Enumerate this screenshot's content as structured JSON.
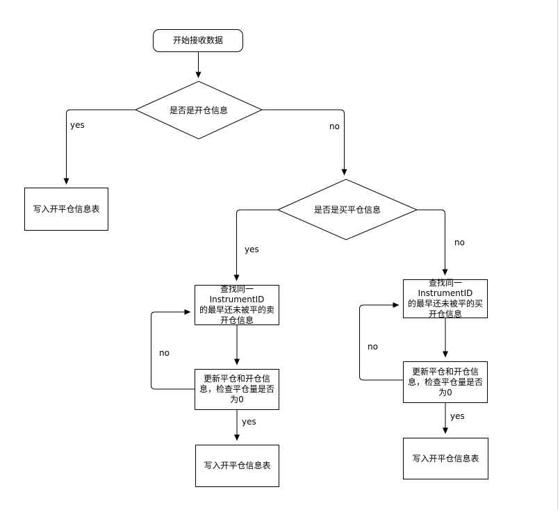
{
  "diagram": {
    "nodes": {
      "start": {
        "label": "开始接收数据"
      },
      "decision_open": {
        "label": "是否是开仓信息"
      },
      "write_open_close_left": {
        "label": "写入开平仓信息表"
      },
      "decision_buy_close": {
        "label": "是否是买平仓信息"
      },
      "find_sell_open": {
        "label": "查找同一InstrumentID\n的最早还未被平的卖\n开仓信息"
      },
      "update_check_left": {
        "label": "更新平仓和开仓信\n息，检查平仓量是否\n为0"
      },
      "write_open_close_bottom_left": {
        "label": "写入开平仓信息表"
      },
      "find_buy_open": {
        "label": "查找同一InstrumentID\n的最早还未被平的买\n开仓信息"
      },
      "update_check_right": {
        "label": "更新平仓和开仓信\n息，检查平仓量是否\n为0"
      },
      "write_open_close_bottom_right": {
        "label": "写入开平仓信息表"
      }
    },
    "edge_labels": {
      "decision_open_yes": "yes",
      "decision_open_no": "no",
      "decision_buy_close_yes": "yes",
      "decision_buy_close_no": "no",
      "loop_left_no": "no",
      "loop_right_no": "no",
      "zero_qty_left_yes": "yes",
      "zero_qty_right_yes": "yes"
    },
    "colors": {
      "line": "#000000",
      "node_fill": "#ffffff",
      "background": "#ffffff",
      "canvas_edge": "#d9d9d9"
    }
  }
}
